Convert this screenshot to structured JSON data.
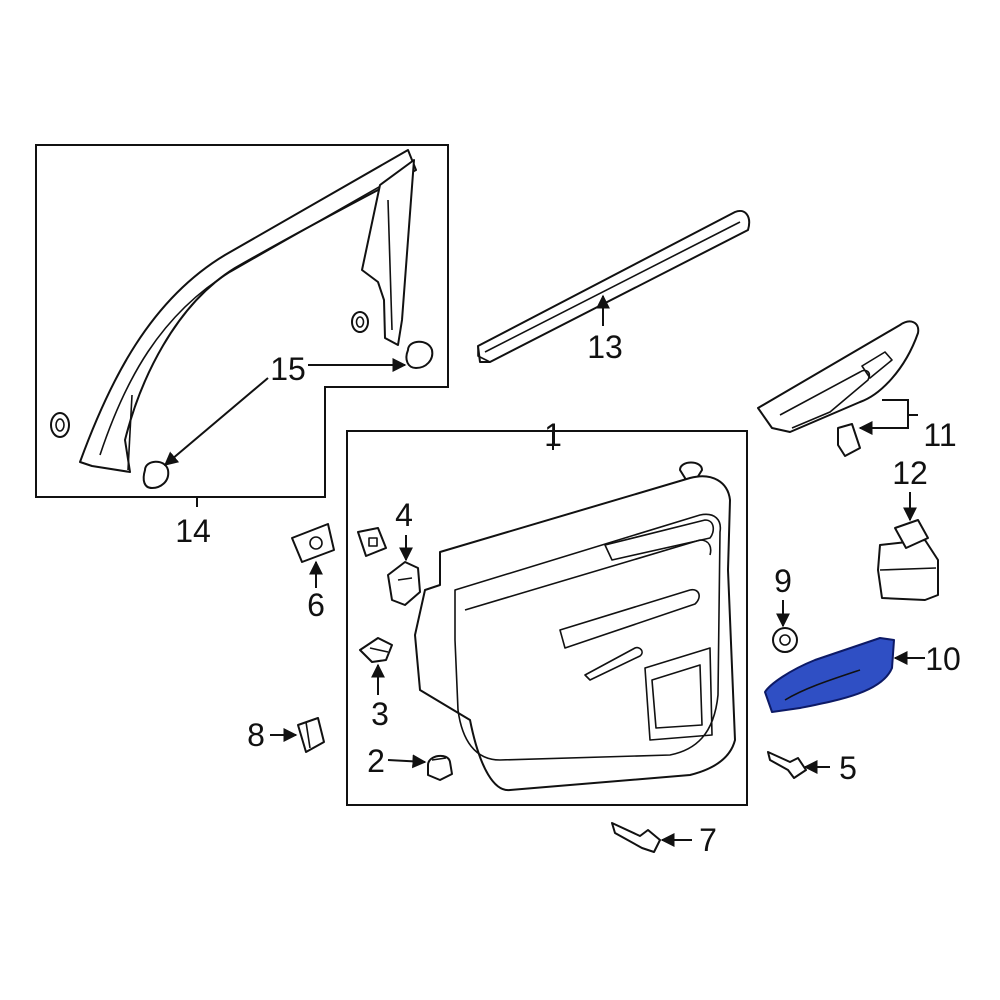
{
  "diagram": {
    "callouts": {
      "c1": "1",
      "c2": "2",
      "c3": "3",
      "c4": "4",
      "c5": "5",
      "c6": "6",
      "c7": "7",
      "c8": "8",
      "c9": "9",
      "c10": "10",
      "c11": "11",
      "c12": "12",
      "c13": "13",
      "c14": "14",
      "c15": "15"
    },
    "colors": {
      "highlight_fill": "#2f4fc4",
      "highlight_stroke": "#0d1a66",
      "line": "#111111",
      "background": "#ffffff"
    }
  }
}
